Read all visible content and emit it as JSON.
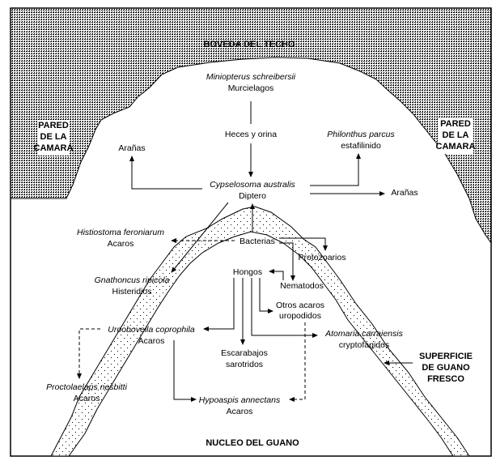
{
  "regions": {
    "ceiling": "BOVEDA DEL TECHO",
    "wall_left": [
      "PARED",
      "DE LA",
      "CAMARA"
    ],
    "wall_right": [
      "PARED",
      "DE LA",
      "CAMARA"
    ],
    "guano_surface": [
      "SUPERFICIE",
      "DE GUANO",
      "FRESCO"
    ],
    "guano_core": "NUCLEO DEL GUANO"
  },
  "nodes": {
    "bats": {
      "species": "Miniopterus schreibersii",
      "group": "Murcielagos"
    },
    "feces": {
      "label": "Heces y orina"
    },
    "spiders_left": {
      "label": "Arañas"
    },
    "spiders_right": {
      "label": "Arañas"
    },
    "staphylinid": {
      "species": "Philonthus parcus",
      "group": "estafilinido"
    },
    "diptera": {
      "species": "Cypselosoma australis",
      "group": "Diptero"
    },
    "histiostoma": {
      "species": "Histiostoma feroniarum",
      "group": "Acaros"
    },
    "bacteria": {
      "label": "Bacterias"
    },
    "protozoa": {
      "label": "Protozoarios"
    },
    "gnathoncus": {
      "species": "Gnathoncus ripicola",
      "group": "Histeridios"
    },
    "fungi": {
      "label": "Hongos"
    },
    "nematodes": {
      "label": "Nematodos"
    },
    "other_mites": {
      "label": [
        "Otros acaros",
        "uropodidos"
      ]
    },
    "uroobovella": {
      "species": "Uroobovella coprophila",
      "group": "Acaros"
    },
    "atomaria": {
      "species": "Atomaria carraiensis",
      "group": "cryptofagidos"
    },
    "beetles": {
      "label": [
        "Escarabajos",
        "sarotridos"
      ]
    },
    "proctolaelaps": {
      "species": "Proctolaelaps nesbitti",
      "group": "Acaros"
    },
    "hypoaspis": {
      "species": "Hypoaspis annectans",
      "group": "Acaros"
    }
  }
}
